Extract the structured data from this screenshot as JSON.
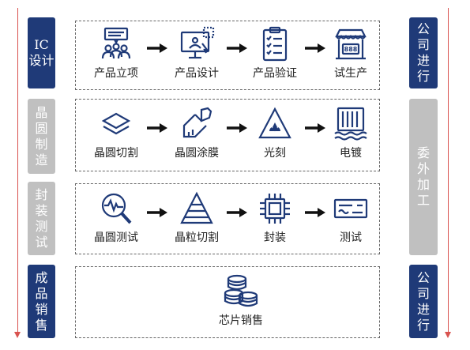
{
  "left_labels": [
    {
      "text": [
        "IC",
        "设计"
      ],
      "color": "#1f3a78"
    },
    {
      "text": [
        "晶",
        "圆",
        "制",
        "造"
      ],
      "color": "#c0c0c0"
    },
    {
      "text": [
        "封",
        "装",
        "测",
        "试"
      ],
      "color": "#c0c0c0"
    },
    {
      "text": [
        "成",
        "品",
        "销",
        "售"
      ],
      "color": "#1f3a78"
    }
  ],
  "right_labels": [
    {
      "text": [
        "公",
        "司",
        "进",
        "行"
      ],
      "color": "#1f3a78"
    },
    {
      "text": [
        "委",
        "外",
        "加",
        "工"
      ],
      "color": "#c0c0c0"
    },
    {
      "text": [
        "公",
        "司",
        "进",
        "行"
      ],
      "color": "#1f3a78"
    }
  ],
  "rows": [
    {
      "steps": [
        {
          "label": "产品立项",
          "icon": "team-meeting-icon"
        },
        {
          "label": "产品设计",
          "icon": "monitor-design-icon"
        },
        {
          "label": "产品验证",
          "icon": "checklist-icon"
        },
        {
          "label": "试生产",
          "icon": "factory-shop-icon"
        }
      ]
    },
    {
      "steps": [
        {
          "label": "晶圆切割",
          "icon": "layers-icon"
        },
        {
          "label": "晶圆涂膜",
          "icon": "brush-icon"
        },
        {
          "label": "光刻",
          "icon": "radiation-warning-icon"
        },
        {
          "label": "电镀",
          "icon": "electroplating-icon"
        }
      ]
    },
    {
      "steps": [
        {
          "label": "晶圆测试",
          "icon": "magnifier-wave-icon"
        },
        {
          "label": "晶粒切割",
          "icon": "pyramid-icon"
        },
        {
          "label": "封装",
          "icon": "chip-icon"
        },
        {
          "label": "测试",
          "icon": "check-card-icon"
        }
      ]
    },
    {
      "steps": [
        {
          "label": "芯片销售",
          "icon": "coins-icon"
        }
      ]
    }
  ],
  "colors": {
    "navy": "#1f3a78",
    "gray": "#c0c0c0",
    "arrow_line": "#d9534f",
    "icon": "#1f3a78"
  }
}
